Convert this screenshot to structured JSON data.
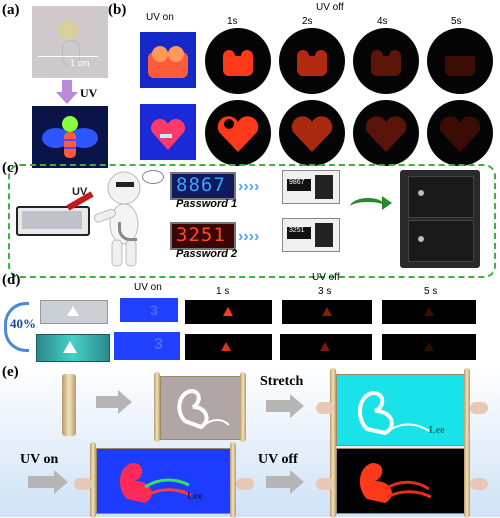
{
  "panels": {
    "a": {
      "label": "(a)",
      "scale_bar": "1 cm",
      "arrow_label": "UV"
    },
    "b": {
      "label": "(b)",
      "uv_on": "UV on",
      "uv_off": "UV off",
      "times": [
        "1s",
        "2s",
        "4s",
        "5s"
      ]
    },
    "c": {
      "label": "(c)",
      "uv": "UV",
      "password1_value": "8867",
      "password1_label": "Password 1",
      "password2_value": "3251",
      "password2_label": "Password 2",
      "pad1": "9867",
      "pad2": "3251"
    },
    "d": {
      "label": "(d)",
      "uv_on": "UV on",
      "uv_off": "UV off",
      "times": [
        "1 s",
        "3 s",
        "5 s"
      ],
      "stretch_pct": "40%"
    },
    "e": {
      "label": "(e)",
      "stretch": "Stretch",
      "uv_on": "UV on",
      "uv_off": "UV off",
      "signature": "Lee"
    }
  },
  "colors": {
    "red_glow": "#ff3a1a",
    "blue": "#1e3cff",
    "cyan": "#19e3e8",
    "green_dash": "#3ab33a"
  }
}
